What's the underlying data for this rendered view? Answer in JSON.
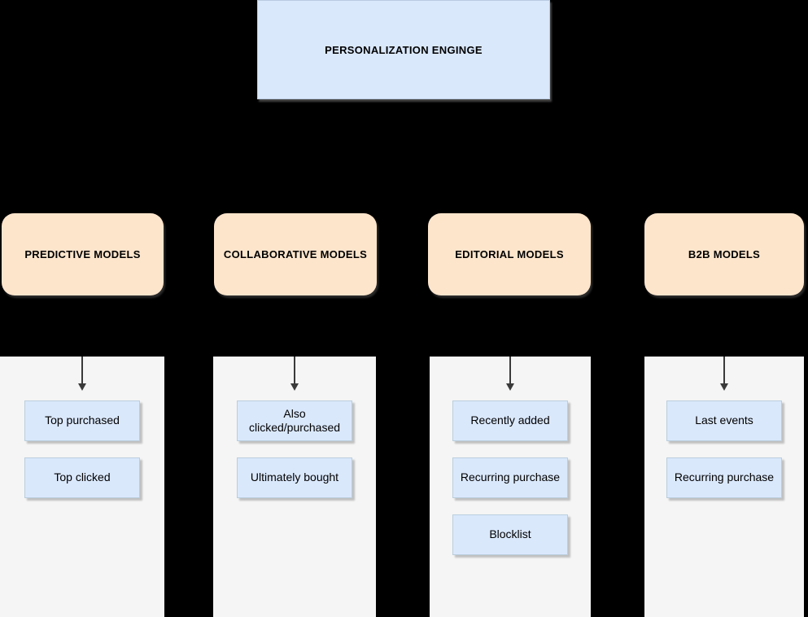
{
  "diagram": {
    "engine": {
      "label": "PERSONALIZATION ENGINGE"
    },
    "columns": [
      {
        "id": "predictive",
        "label": "PREDICTIVE MODELS",
        "items": [
          "Top purchased",
          "Top clicked"
        ]
      },
      {
        "id": "collaborative",
        "label": "COLLABORATIVE MODELS",
        "items": [
          "Also clicked/purchased",
          "Ultimately bought"
        ]
      },
      {
        "id": "editorial",
        "label": "EDITORIAL MODELS",
        "items": [
          "Recently added",
          "Recurring purchase",
          "Blocklist"
        ]
      },
      {
        "id": "b2b",
        "label": "B2B MODELS",
        "items": [
          "Last events",
          "Recurring purchase"
        ]
      }
    ],
    "colors": {
      "background": "#000000",
      "engine_fill": "#dae8fc",
      "engine_border": "#b9cbe2",
      "category_fill": "#fde5cc",
      "panel_fill": "#f5f5f5",
      "item_fill": "#dae8fc",
      "item_border": "#b9cede",
      "arrow": "#3a3a3a",
      "text": "#000000"
    }
  }
}
